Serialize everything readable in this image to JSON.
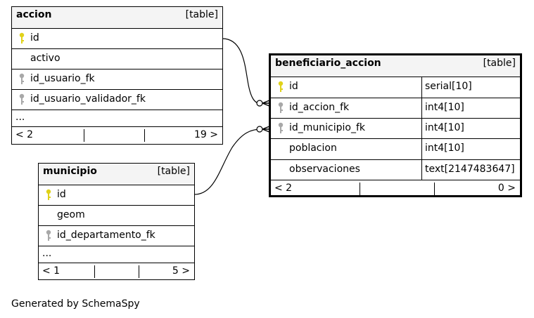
{
  "accion": {
    "name": "accion",
    "kind": "[table]",
    "columns": [
      {
        "name": "id",
        "key": "primary"
      },
      {
        "name": "activo",
        "key": "none"
      },
      {
        "name": "id_usuario_fk",
        "key": "foreign"
      },
      {
        "name": "id_usuario_validador_fk",
        "key": "foreign"
      }
    ],
    "more": "...",
    "parents": "< 2",
    "children": "19 >"
  },
  "municipio": {
    "name": "municipio",
    "kind": "[table]",
    "columns": [
      {
        "name": "id",
        "key": "primary"
      },
      {
        "name": "geom",
        "key": "none"
      },
      {
        "name": "id_departamento_fk",
        "key": "foreign"
      }
    ],
    "more": "...",
    "parents": "< 1",
    "children": "5 >"
  },
  "beneficiario_accion": {
    "name": "beneficiario_accion",
    "kind": "[table]",
    "columns": [
      {
        "name": "id",
        "type": "serial[10]",
        "key": "primary"
      },
      {
        "name": "id_accion_fk",
        "type": "int4[10]",
        "key": "foreign"
      },
      {
        "name": "id_municipio_fk",
        "type": "int4[10]",
        "key": "foreign"
      },
      {
        "name": "poblacion",
        "type": "int4[10]",
        "key": "none"
      },
      {
        "name": "observaciones",
        "type": "text[2147483647]",
        "key": "none"
      }
    ],
    "parents": "< 2",
    "children": "0 >"
  },
  "colors": {
    "primary_key": "#e0d21a",
    "foreign_key": "#a8a8a8",
    "header_bg": "#f4f4f4"
  },
  "caption": "Generated by SchemaSpy"
}
